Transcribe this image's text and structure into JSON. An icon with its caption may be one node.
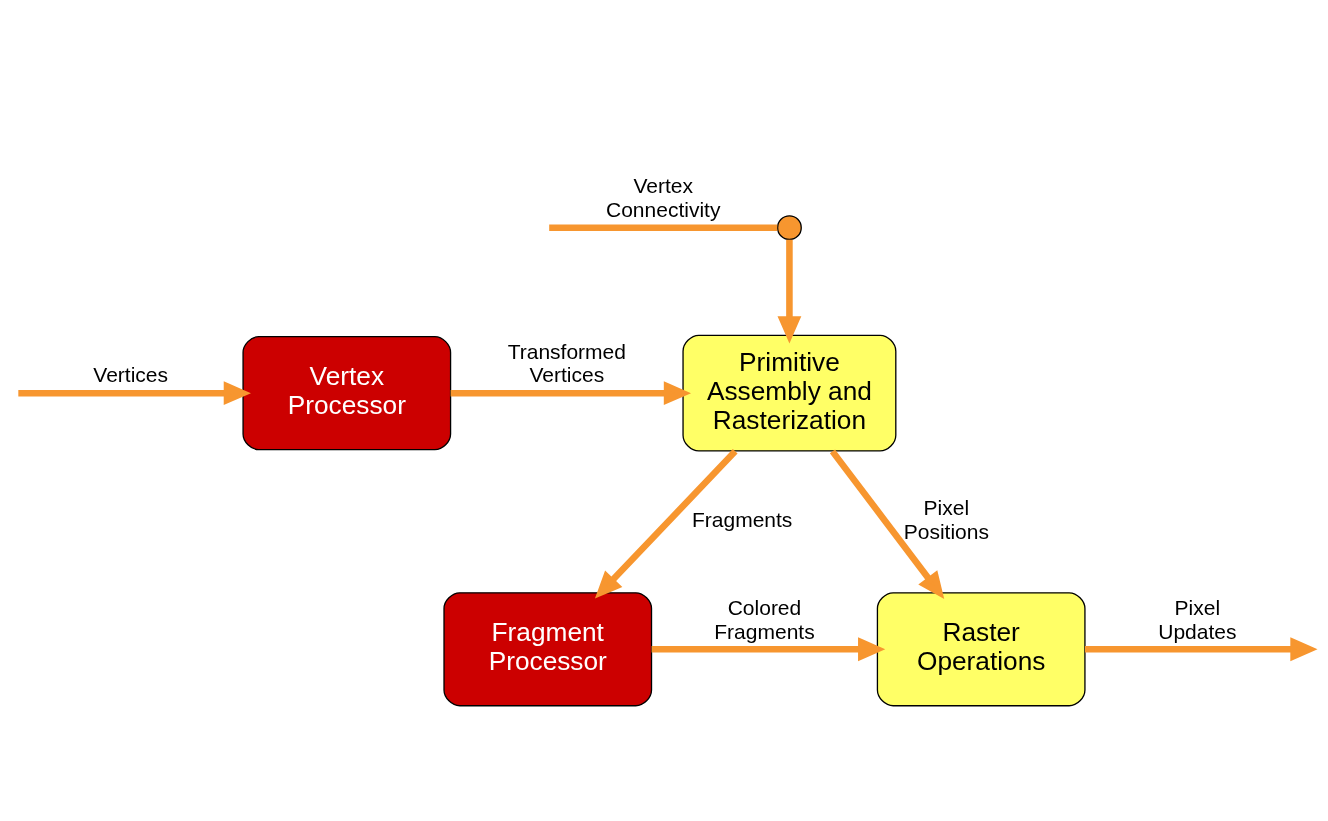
{
  "diagram": {
    "nodes": [
      {
        "text": [
          "Vertex Processor"
        ]
      },
      {
        "text": [
          "Primitive Assembly and Rasterization"
        ]
      },
      {
        "text": [
          "Fragment Processor"
        ]
      },
      {
        "text": [
          "Raster Operations"
        ]
      },
      {
        "text": [],
        "shape": "circle"
      }
    ],
    "edges": [
      {
        "from": null,
        "to": 4,
        "arrow": "none",
        "label": "Vertex Connectivity"
      },
      {
        "from": 4,
        "to": 1,
        "arrow": "to"
      },
      {
        "from": null,
        "to": 0,
        "arrow": "to",
        "label": "Vertices"
      },
      {
        "from": 0,
        "to": 1,
        "arrow": "to",
        "label": "Transformed Vertices"
      },
      {
        "from": 1,
        "to": 2,
        "arrow": "to",
        "label": "Fragments"
      },
      {
        "from": 1,
        "to": 3,
        "arrow": "to",
        "label": "Pixel Positions"
      },
      {
        "from": 2,
        "to": 3,
        "arrow": "to",
        "label": "Colored Fragments"
      },
      {
        "from": 3,
        "to": null,
        "arrow": "to",
        "label": "Pixel Updates"
      }
    ]
  }
}
